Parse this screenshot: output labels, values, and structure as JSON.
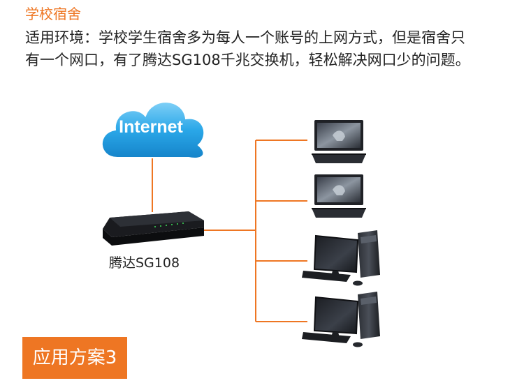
{
  "header": {
    "title": "学校宿舍",
    "description_line1": "适用环境：学校学生宿舍多为每人一个账号的上网方式，但是宿舍只",
    "description_line2": "有一个网口，有了腾达SG108千兆交换机，轻松解决网口少的问题。"
  },
  "diagram": {
    "cloud_label": "Internet",
    "switch_label": "腾达SG108",
    "link_color": "#ee7623",
    "cloud_color": "#2aa7e8",
    "devices": [
      {
        "type": "laptop",
        "icon": "laptop-icon"
      },
      {
        "type": "laptop",
        "icon": "laptop-icon"
      },
      {
        "type": "desktop",
        "icon": "desktop-computer-icon"
      },
      {
        "type": "desktop",
        "icon": "desktop-computer-icon"
      }
    ]
  },
  "footer": {
    "badge_label": "应用方案3",
    "badge_color": "#ee7623"
  }
}
